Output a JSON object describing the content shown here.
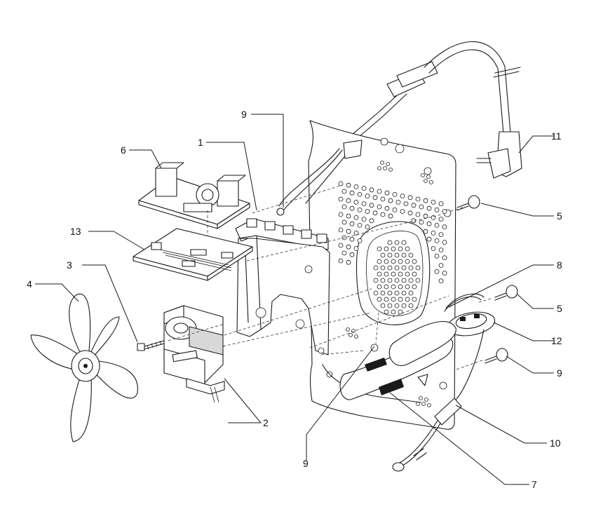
{
  "callouts": [
    {
      "id": "1",
      "text": "1"
    },
    {
      "id": "2",
      "text": "2"
    },
    {
      "id": "3",
      "text": "3"
    },
    {
      "id": "4",
      "text": "4"
    },
    {
      "id": "5a",
      "text": "5"
    },
    {
      "id": "5b",
      "text": "5"
    },
    {
      "id": "6",
      "text": "6"
    },
    {
      "id": "7",
      "text": "7"
    },
    {
      "id": "8",
      "text": "8"
    },
    {
      "id": "9a",
      "text": "9"
    },
    {
      "id": "9b",
      "text": "9"
    },
    {
      "id": "9c",
      "text": "9"
    },
    {
      "id": "10",
      "text": "10"
    },
    {
      "id": "11",
      "text": "11"
    },
    {
      "id": "12",
      "text": "12"
    },
    {
      "id": "13",
      "text": "13"
    }
  ],
  "colors": {
    "line": "#1a1a1a",
    "background": "#ffffff",
    "shade": "#d8d8d8"
  }
}
